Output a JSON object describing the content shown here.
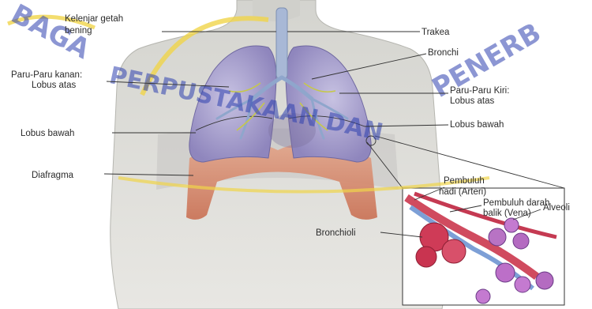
{
  "labels": {
    "kelenjar": [
      "Kelenjar getah",
      "bening"
    ],
    "trakea": "Trakea",
    "bronchi": "Bronchi",
    "paru_kanan": [
      "Paru-Paru kanan:",
      "Lobus atas"
    ],
    "paru_kiri": [
      "Paru-Paru Kiri:",
      "Lobus atas"
    ],
    "lobus_bawah_kanan": "Lobus bawah",
    "lobus_bawah_kiri": "Lobus bawah",
    "diafragma": "Diafragma",
    "arteri": [
      "Pembuluh",
      "nadi (Arteri)"
    ],
    "vena": [
      "Pembuluh darah",
      "balik (Vena)"
    ],
    "alveoli": "Alveoli",
    "bronchioli": "Bronchioli"
  },
  "watermark": {
    "left_text": "BAGA",
    "arc_text": "PERPUSTAKAAN DAN",
    "right_text": "PENERB"
  },
  "colors": {
    "skin": "#d9d9d5",
    "lung": "#9b93c4",
    "diaphragm": "#d98f73",
    "airway": "#a8b8d6",
    "alveoli": "#cf3b57",
    "watermark_blue": "#2d3fae",
    "watermark_yellow": "#f0d44a"
  }
}
